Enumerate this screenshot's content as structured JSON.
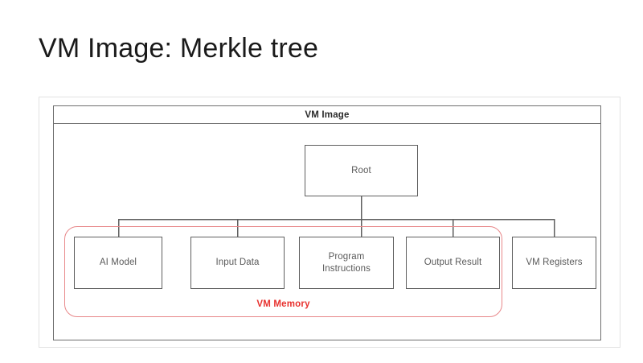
{
  "slide": {
    "title": "VM Image: Merkle tree"
  },
  "diagram": {
    "container_label": "VM Image",
    "type": "merkle-tree",
    "root": {
      "label": "Root"
    },
    "leaves": [
      {
        "id": "ai-model",
        "label": "AI Model"
      },
      {
        "id": "input-data",
        "label": "Input Data"
      },
      {
        "id": "program-instructions",
        "label": "Program\nInstructions"
      },
      {
        "id": "output-result",
        "label": "Output Result"
      },
      {
        "id": "vm-registers",
        "label": "VM Registers"
      }
    ],
    "group": {
      "label": "VM Memory",
      "members": [
        "AI Model",
        "Input Data",
        "Program Instructions",
        "Output Result"
      ],
      "color": "#e8322f",
      "border_color": "#e8888a"
    },
    "colors": {
      "box_border": "#5f5f5f",
      "box_text": "#5a5a5a",
      "frame_border": "#6e6e6e",
      "outer_frame_border": "#e2e2e2",
      "connector": "#5f5f5f",
      "background": "#ffffff",
      "title_text": "#1a1a1a"
    }
  }
}
